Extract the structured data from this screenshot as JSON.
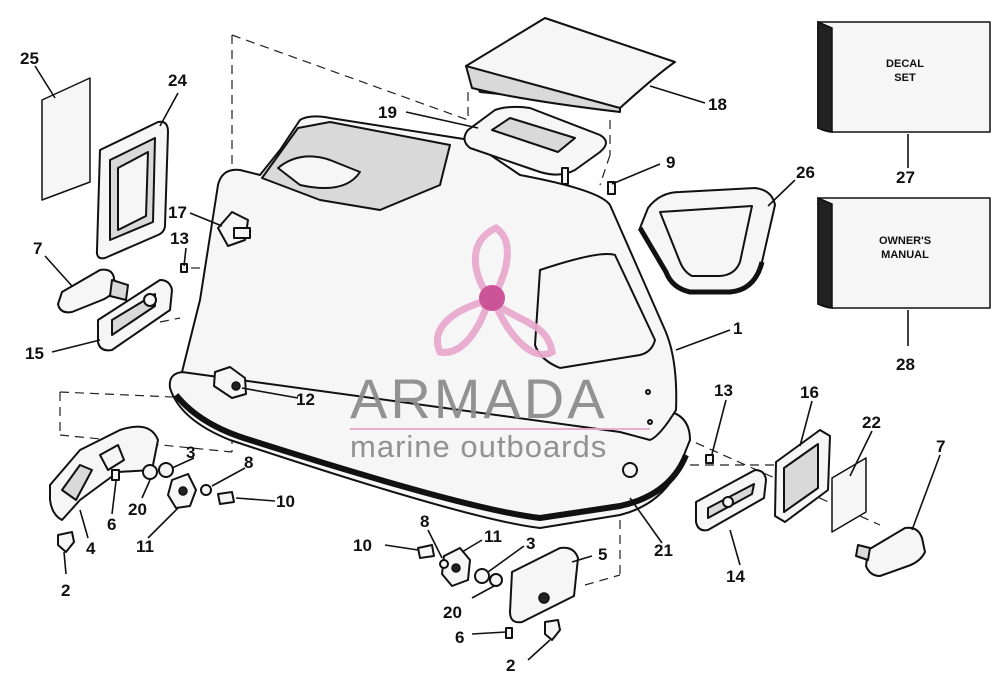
{
  "diagram": {
    "part_labels": [
      {
        "id": "p25",
        "text": "25"
      },
      {
        "id": "p24",
        "text": "24"
      },
      {
        "id": "p7a",
        "text": "7"
      },
      {
        "id": "p17",
        "text": "17"
      },
      {
        "id": "p13a",
        "text": "13"
      },
      {
        "id": "p15",
        "text": "15"
      },
      {
        "id": "p19",
        "text": "19"
      },
      {
        "id": "p18",
        "text": "18"
      },
      {
        "id": "p9",
        "text": "9"
      },
      {
        "id": "p26",
        "text": "26"
      },
      {
        "id": "p27",
        "text": "27"
      },
      {
        "id": "p28",
        "text": "28"
      },
      {
        "id": "p1",
        "text": "1"
      },
      {
        "id": "p12",
        "text": "12"
      },
      {
        "id": "p13b",
        "text": "13"
      },
      {
        "id": "p16",
        "text": "16"
      },
      {
        "id": "p22",
        "text": "22"
      },
      {
        "id": "p7b",
        "text": "7"
      },
      {
        "id": "p3a",
        "text": "3"
      },
      {
        "id": "p8a",
        "text": "8"
      },
      {
        "id": "p10a",
        "text": "10"
      },
      {
        "id": "p20a",
        "text": "20"
      },
      {
        "id": "p6a",
        "text": "6"
      },
      {
        "id": "p11a",
        "text": "11"
      },
      {
        "id": "p4",
        "text": "4"
      },
      {
        "id": "p2a",
        "text": "2"
      },
      {
        "id": "p21",
        "text": "21"
      },
      {
        "id": "p14",
        "text": "14"
      },
      {
        "id": "p8b",
        "text": "8"
      },
      {
        "id": "p11b",
        "text": "11"
      },
      {
        "id": "p10b",
        "text": "10"
      },
      {
        "id": "p3b",
        "text": "3"
      },
      {
        "id": "p5",
        "text": "5"
      },
      {
        "id": "p20b",
        "text": "20"
      },
      {
        "id": "p6b",
        "text": "6"
      },
      {
        "id": "p2b",
        "text": "2"
      }
    ],
    "decal_box": {
      "line1": "DECAL",
      "line2": "SET"
    },
    "manual_box": {
      "line1": "OWNER'S",
      "line2": "MANUAL"
    }
  },
  "watermark": {
    "brand": "ARMADA",
    "tagline": "marine outboards",
    "colors": {
      "pink": "#e8a7cc",
      "gray": "#8a8a8a",
      "accent": "#c8468f"
    }
  }
}
